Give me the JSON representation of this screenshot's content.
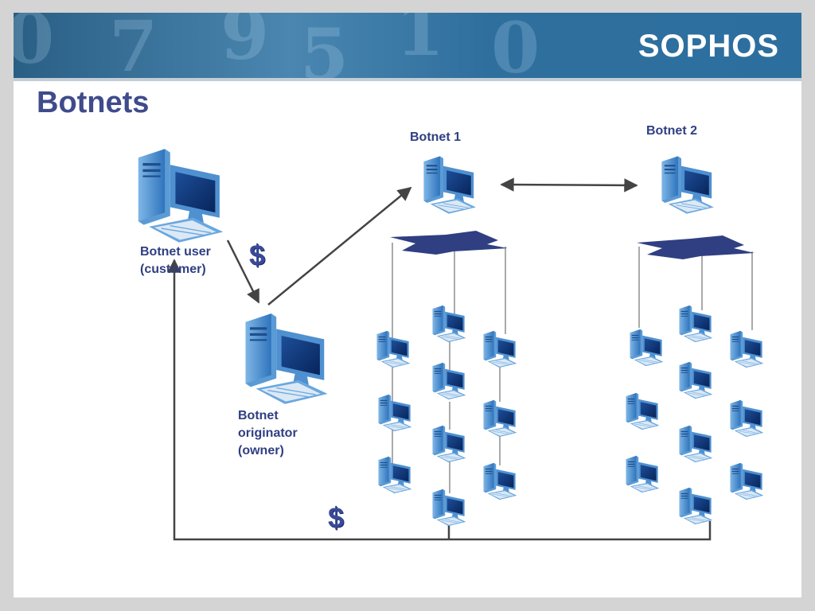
{
  "brand": {
    "logo_text": "SOPHOS"
  },
  "slide": {
    "title": "Botnets"
  },
  "labels": {
    "botnet1": "Botnet 1",
    "botnet2": "Botnet 2",
    "user_line1": "Botnet user",
    "user_line2": "(customer)",
    "originator_line1": "Botnet",
    "originator_line2": "originator",
    "originator_line3": "(owner)",
    "payment_symbol": "$"
  },
  "colors": {
    "title": "#3f4b8c",
    "label": "#2f3f82",
    "hub": "#2f3f82",
    "arrow": "#444444",
    "computer_blue": "#3a7fc4",
    "screen": "#0b2f6e"
  },
  "icons": [
    "computer-icon",
    "network-hub-icon",
    "dollar-sign-icon",
    "arrow"
  ]
}
